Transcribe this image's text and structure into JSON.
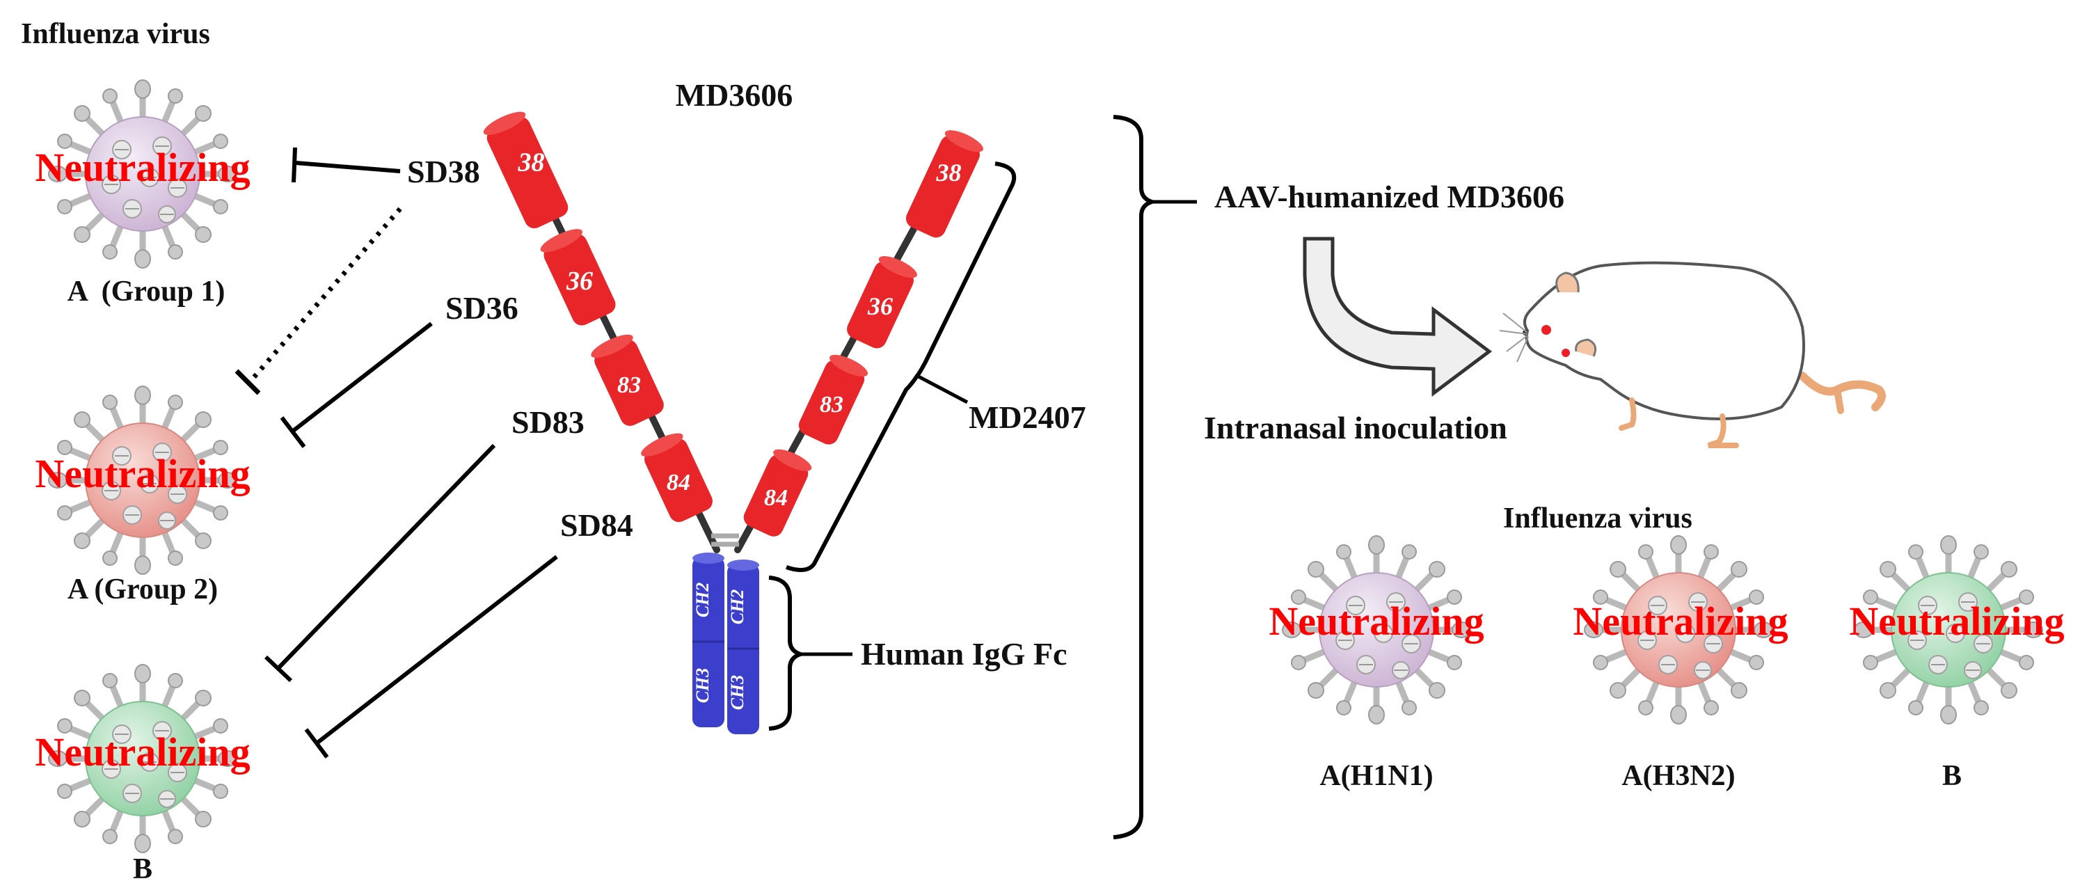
{
  "left_panel": {
    "title": "Influenza virus",
    "viruses": [
      {
        "label": "A  (Group 1)",
        "status": "Neutralizing",
        "color": "#d6c3dc"
      },
      {
        "label": "A (Group 2)",
        "status": "Neutralizing",
        "color": "#eca6a0"
      },
      {
        "label": "B",
        "status": "Neutralizing",
        "color": "#a6dbb4"
      }
    ],
    "domains": [
      "SD38",
      "SD36",
      "SD83",
      "SD84"
    ]
  },
  "antibody": {
    "name": "MD3606",
    "heavy_chain_domains": [
      "38",
      "36",
      "83",
      "84"
    ],
    "fc_domains": [
      "CH2",
      "CH3"
    ],
    "fc_label": "Human IgG Fc",
    "arm_label": "MD2407",
    "domain_color": "#e8262a",
    "fc_color": "#3b3fcc"
  },
  "right_panel": {
    "construct_label": "AAV-humanized MD3606",
    "route_label": "Intranasal inoculation",
    "title": "Influenza virus",
    "viruses": [
      {
        "label": "A(H1N1)",
        "status": "Neutralizing",
        "color": "#d6c3dc"
      },
      {
        "label": "A(H3N2)",
        "status": "Neutralizing",
        "color": "#eca6a0"
      },
      {
        "label": "B",
        "status": "Neutralizing",
        "color": "#a6dbb4"
      }
    ]
  }
}
